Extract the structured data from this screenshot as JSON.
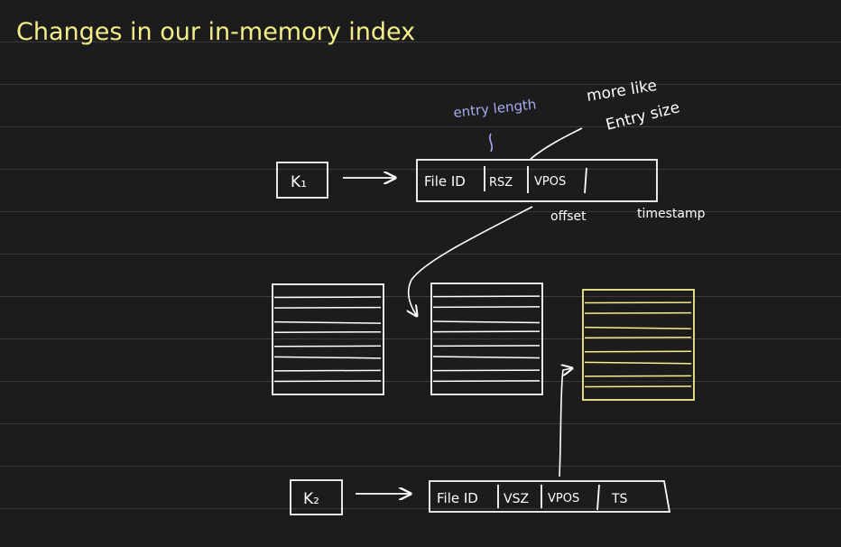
{
  "title": "Changes in our in-memory index",
  "colors": {
    "background": "#1c1c1c",
    "ruled_line": "#3a3a3a",
    "ink": "#ffffff",
    "title": "#f3ee8a",
    "annotation": "#a9aaf2",
    "highlight": "#f4ee8e"
  },
  "annotations": {
    "entry_length": "entry length",
    "more_like": "more like",
    "entry_size": "Entry size",
    "offset": "offset",
    "timestamp": "timestamp"
  },
  "row1": {
    "key": "K₁",
    "fields": [
      "File ID",
      "RSZ",
      "VPOS",
      ""
    ]
  },
  "row2": {
    "key": "K₂",
    "fields": [
      "File ID",
      "VSZ",
      "VPOS",
      "TS"
    ]
  },
  "files": [
    {
      "id": "file-1",
      "highlighted": false,
      "line_count": 8
    },
    {
      "id": "file-2",
      "highlighted": false,
      "line_count": 8
    },
    {
      "id": "file-3",
      "highlighted": true,
      "line_count": 8
    }
  ]
}
